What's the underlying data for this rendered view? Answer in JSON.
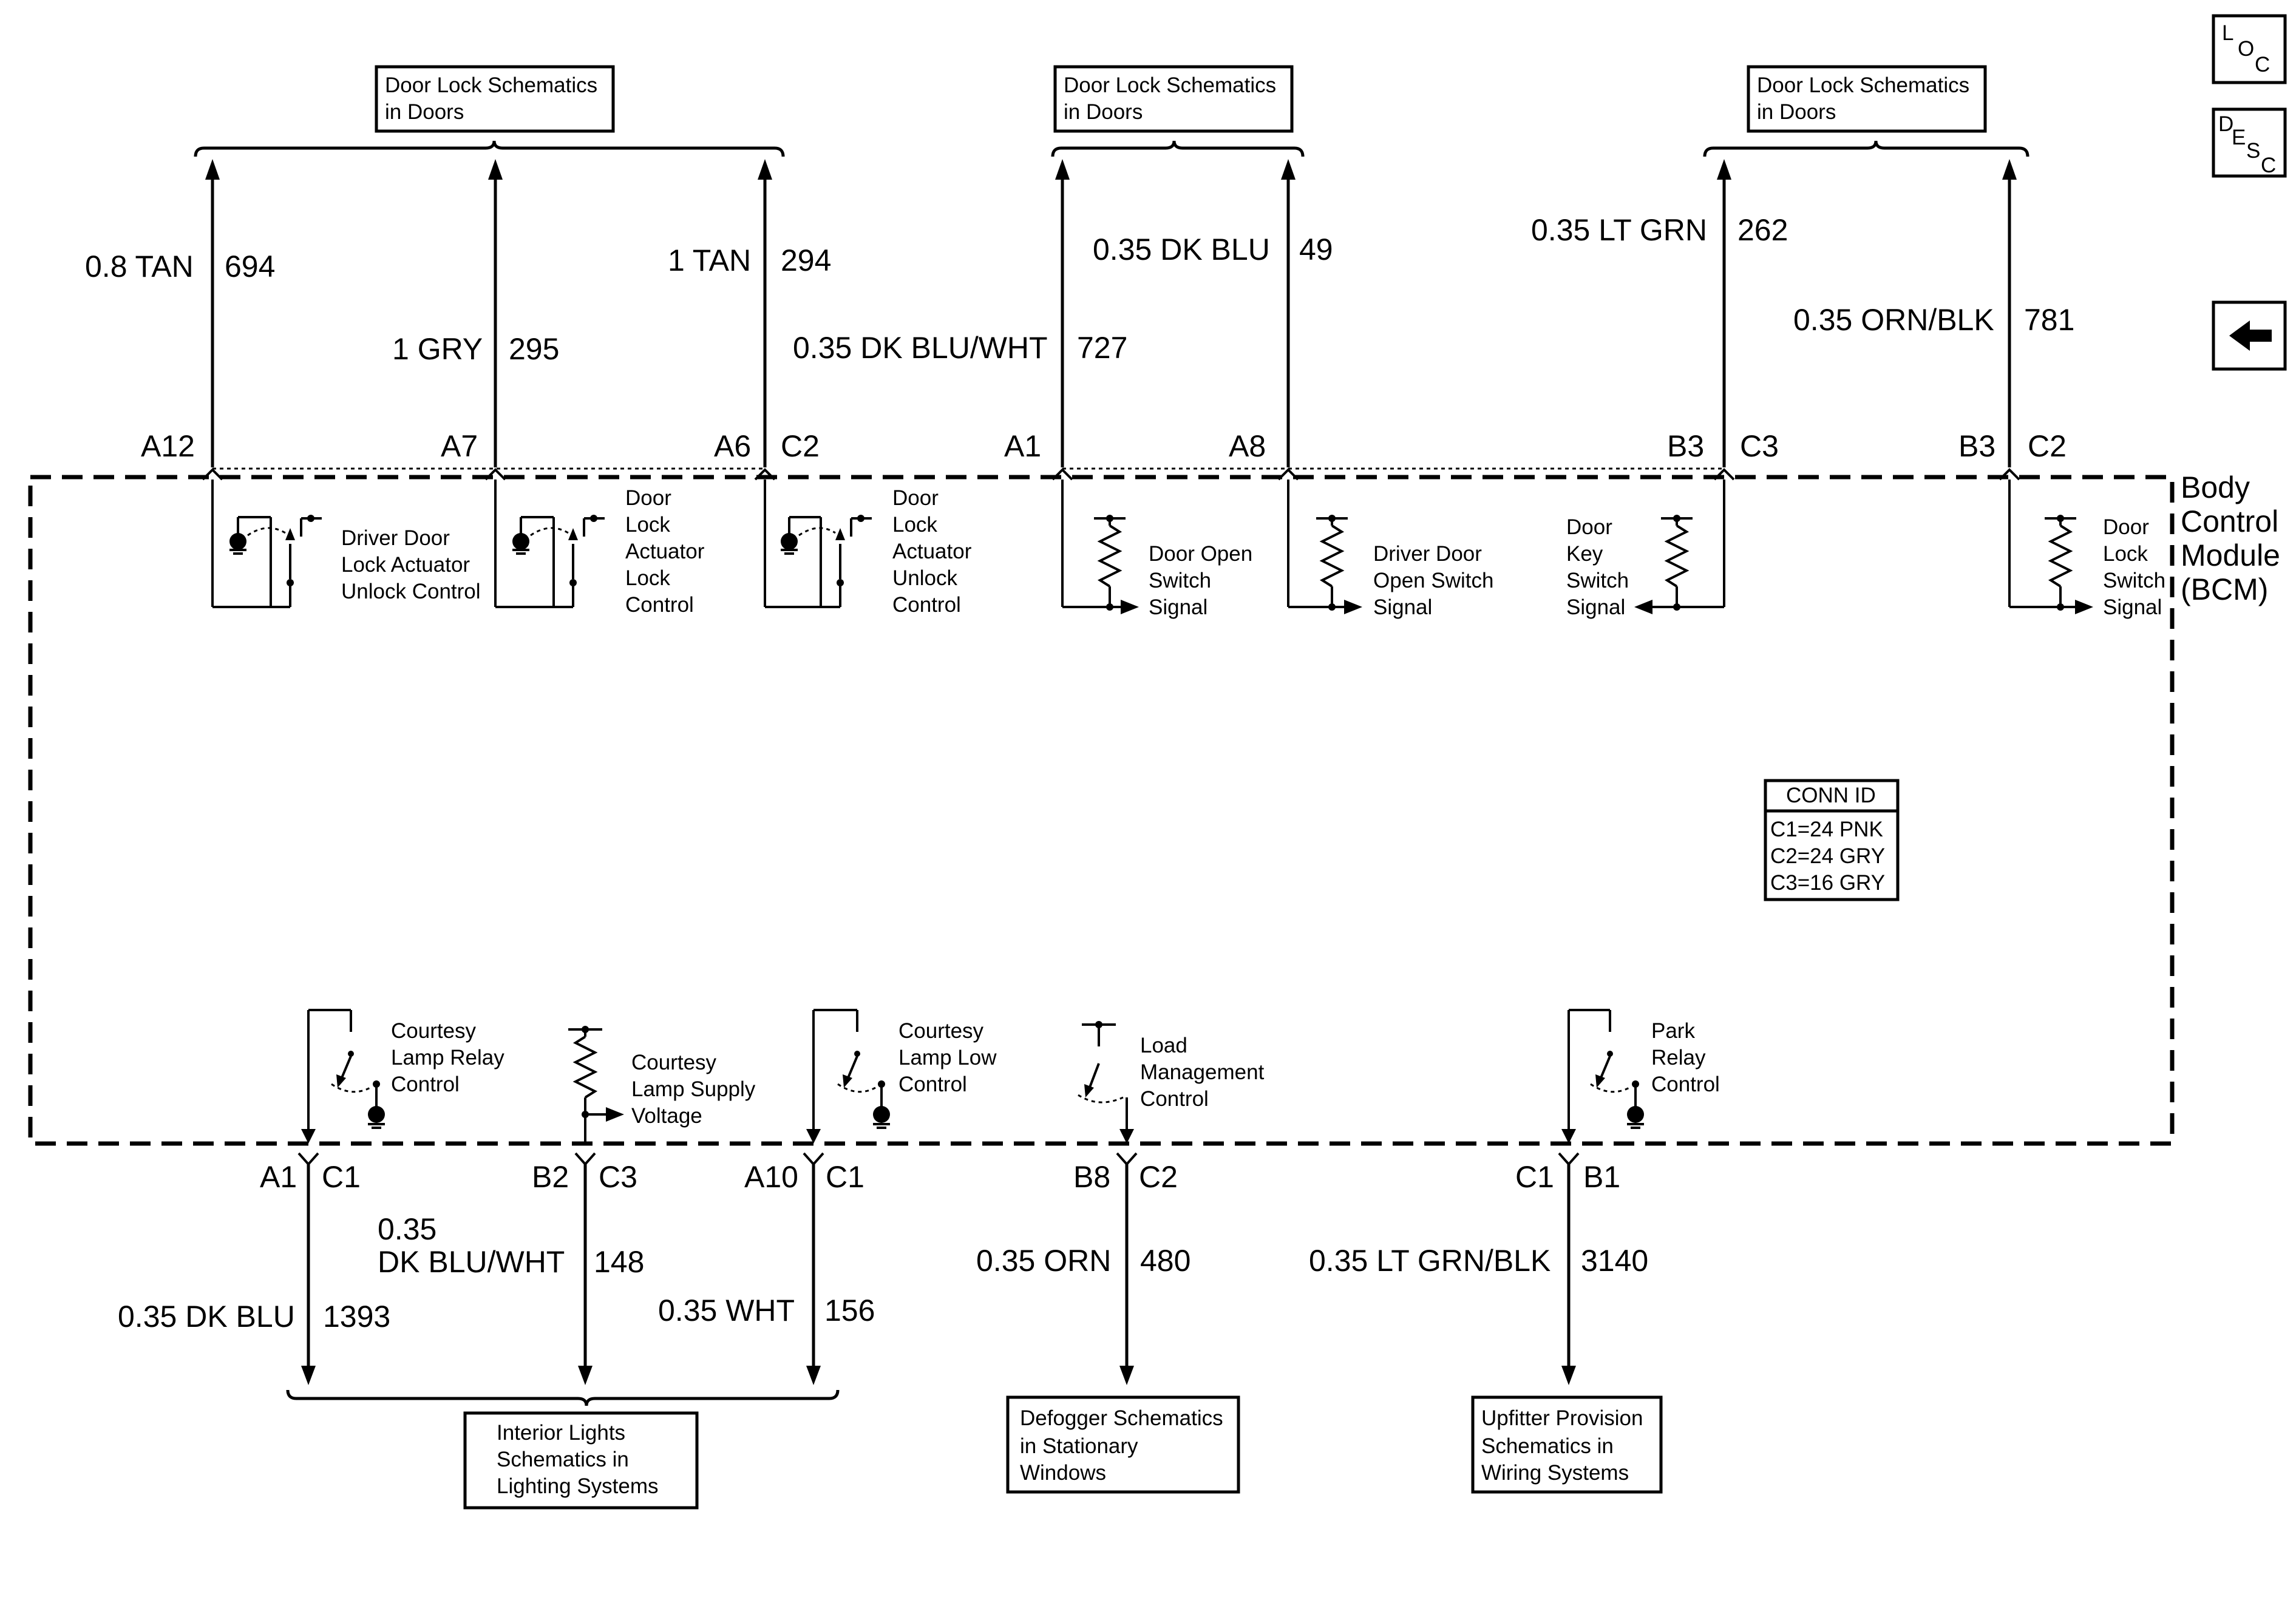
{
  "nav": {
    "loc": {
      "l": "L",
      "o": "O",
      "c": "C"
    },
    "desc": {
      "d": "D",
      "e": "E",
      "s": "S",
      "c": "C"
    },
    "back": "back-arrow-icon"
  },
  "module": {
    "line1": "Body",
    "line2": "Control",
    "line3": "Module",
    "line4": "(BCM)"
  },
  "conn_id": {
    "title": "CONN ID",
    "c1": "C1=24 PNK",
    "c2": "C2=24 GRY",
    "c3": "C3=16 GRY"
  },
  "top": {
    "box1": {
      "l1": "Door Lock Schematics",
      "l2": "in Doors"
    },
    "box2": {
      "l1": "Door Lock Schematics",
      "l2": "in Doors"
    },
    "box3": {
      "l1": "Door Lock Schematics",
      "l2": "in Doors"
    },
    "w1": {
      "color": "0.8 TAN",
      "circuit": "694",
      "pin": "A12"
    },
    "w2": {
      "color": "1 GRY",
      "circuit": "295",
      "pin": "A7"
    },
    "w3": {
      "color": "1 TAN",
      "circuit": "294",
      "pin": "A6",
      "conn": "C2"
    },
    "w4": {
      "color": "0.35 DK BLU/WHT",
      "circuit": "727",
      "pin": "A1"
    },
    "w5": {
      "color": "0.35 DK BLU",
      "circuit": "49",
      "pin": "A8"
    },
    "w6": {
      "color": "0.35 LT GRN",
      "circuit": "262",
      "pin": "B3",
      "conn": "C3"
    },
    "w7": {
      "color": "0.35 ORN/BLK",
      "circuit": "781",
      "pin": "B3",
      "conn": "C2"
    }
  },
  "inner_top": {
    "c1": {
      "l1": "Driver Door",
      "l2": "Lock Actuator",
      "l3": "Unlock Control"
    },
    "c2": {
      "l1": "Door",
      "l2": "Lock",
      "l3": "Actuator",
      "l4": "Lock",
      "l5": "Control"
    },
    "c3": {
      "l1": "Door",
      "l2": "Lock",
      "l3": "Actuator",
      "l4": "Unlock",
      "l5": "Control"
    },
    "c4": {
      "l1": "Door Open",
      "l2": "Switch",
      "l3": "Signal"
    },
    "c5": {
      "l1": "Driver Door",
      "l2": "Open Switch",
      "l3": "Signal"
    },
    "c6": {
      "l1": "Door",
      "l2": "Key",
      "l3": "Switch",
      "l4": "Signal"
    },
    "c7": {
      "l1": "Door",
      "l2": "Lock",
      "l3": "Switch",
      "l4": "Signal"
    }
  },
  "inner_bottom": {
    "b1": {
      "l1": "Courtesy",
      "l2": "Lamp Relay",
      "l3": "Control"
    },
    "b2": {
      "l1": "Courtesy",
      "l2": "Lamp Supply",
      "l3": "Voltage"
    },
    "b3": {
      "l1": "Courtesy",
      "l2": "Lamp Low",
      "l3": "Control"
    },
    "b4": {
      "l1": "Load",
      "l2": "Management",
      "l3": "Control"
    },
    "b5": {
      "l1": "Park",
      "l2": "Relay",
      "l3": "Control"
    }
  },
  "bottom": {
    "w1": {
      "pin": "A1",
      "conn": "C1",
      "color": "0.35 DK BLU",
      "circuit": "1393"
    },
    "w2": {
      "pin": "B2",
      "conn": "C3",
      "color1": "0.35",
      "color2": "DK BLU/WHT",
      "circuit": "148"
    },
    "w3": {
      "pin": "A10",
      "conn": "C1",
      "color": "0.35 WHT",
      "circuit": "156"
    },
    "w4": {
      "pin": "B8",
      "conn": "C2",
      "color": "0.35 ORN",
      "circuit": "480"
    },
    "w5": {
      "pin": "C1",
      "conn": "B1",
      "color": "0.35 LT GRN/BLK",
      "circuit": "3140"
    },
    "box1": {
      "l1": "Interior Lights",
      "l2": "Schematics in",
      "l3": "Lighting Systems"
    },
    "box2": {
      "l1": "Defogger Schematics",
      "l2": "in Stationary",
      "l3": "Windows"
    },
    "box3": {
      "l1": "Upfitter Provision",
      "l2": "Schematics in",
      "l3": "Wiring Systems"
    }
  }
}
